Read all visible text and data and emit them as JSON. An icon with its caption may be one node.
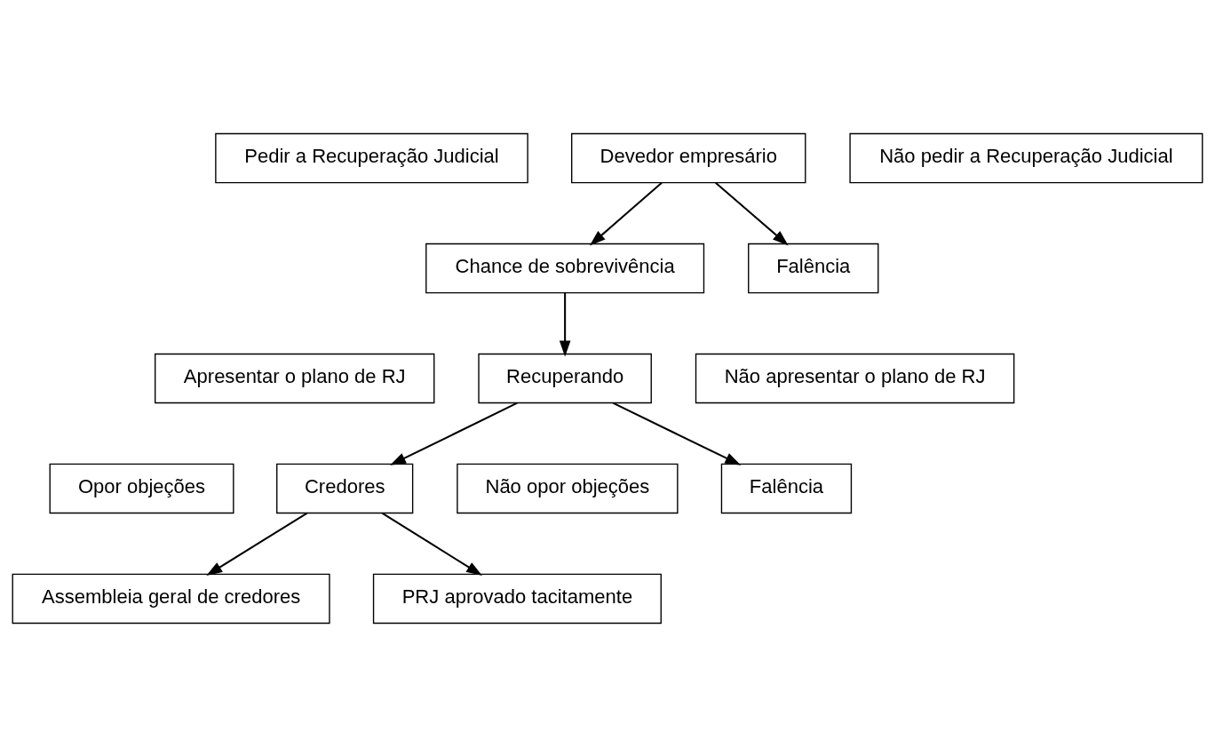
{
  "diagram": {
    "nodes": [
      {
        "text": [
          "Devedor empresário"
        ]
      },
      {
        "text": [
          "Pedir a Recuperação Judicial"
        ]
      },
      {
        "text": [
          "Não pedir a Recuperação Judicial"
        ]
      },
      {
        "text": [
          "Chance de sobrevivência"
        ]
      },
      {
        "text": [
          "Falência"
        ]
      },
      {
        "text": [
          "Recuperando"
        ]
      },
      {
        "text": [
          "Apresentar o plano de RJ"
        ]
      },
      {
        "text": [
          "Não apresentar o plano de RJ"
        ]
      },
      {
        "text": [
          "Credores"
        ]
      },
      {
        "text": [
          "Falência"
        ]
      },
      {
        "text": [
          "Opor objeções"
        ]
      },
      {
        "text": [
          "Não opor objeções"
        ]
      },
      {
        "text": [
          "Assembleia geral de credores"
        ]
      },
      {
        "text": [
          "PRJ aprovado tacitamente"
        ]
      }
    ],
    "edges": [
      {
        "from": 0,
        "to": 3,
        "arrow": "to"
      },
      {
        "from": 0,
        "to": 4,
        "arrow": "to"
      },
      {
        "from": 3,
        "to": 5,
        "arrow": "to"
      },
      {
        "from": 5,
        "to": 8,
        "arrow": "to"
      },
      {
        "from": 5,
        "to": 9,
        "arrow": "to"
      },
      {
        "from": 8,
        "to": 12,
        "arrow": "to"
      },
      {
        "from": 8,
        "to": 13,
        "arrow": "to"
      }
    ]
  }
}
